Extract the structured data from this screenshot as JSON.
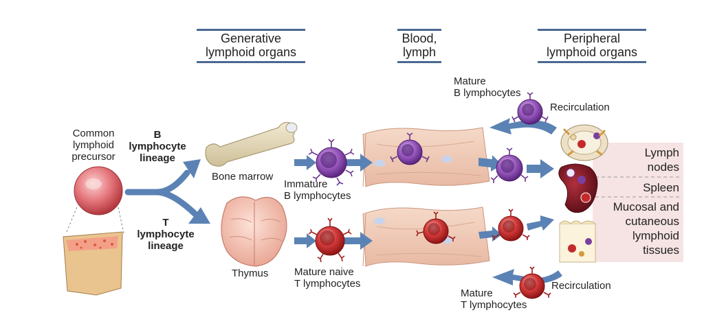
{
  "headers": {
    "generative": [
      "Generative",
      "lymphoid organs"
    ],
    "blood": [
      "Blood,",
      "lymph"
    ],
    "peripheral": [
      "Peripheral",
      "lymphoid organs"
    ]
  },
  "labels": {
    "precursor": [
      "Common",
      "lymphoid",
      "precursor"
    ],
    "b_lineage": [
      "B",
      "lymphocyte",
      "lineage"
    ],
    "t_lineage": [
      "T",
      "lymphocyte",
      "lineage"
    ],
    "bone_marrow": "Bone marrow",
    "thymus": "Thymus",
    "immature_b": [
      "Immature",
      "B lymphocytes"
    ],
    "mature_naive_t": [
      "Mature naive",
      "T lymphocytes"
    ],
    "mature_b": [
      "Mature",
      "B lymphocytes"
    ],
    "mature_t": [
      "Mature",
      "T lymphocytes"
    ],
    "recirculation_top": "Recirculation",
    "recirculation_bottom": "Recirculation"
  },
  "tissues": {
    "lymph_nodes": [
      "Lymph",
      "nodes"
    ],
    "spleen": "Spleen",
    "mucosal": [
      "Mucosal and",
      "cutaneous",
      "lymphoid",
      "tissues"
    ]
  },
  "colors": {
    "header_rule": "#4a6890",
    "arrow": "#5b82b4",
    "b_cell": "#7b3fa0",
    "t_cell": "#c42a2a",
    "tissue_panel": "#f6e3e3"
  }
}
